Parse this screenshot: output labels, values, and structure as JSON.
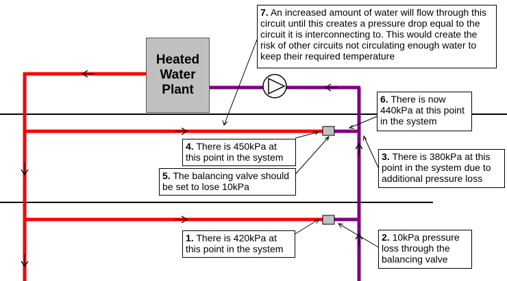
{
  "plant": {
    "line1": "Heated",
    "line2": "Water",
    "line3": "Plant"
  },
  "colors": {
    "supply": "#ff0000",
    "return": "#800080",
    "valve": "#c0c0c0",
    "outline": "#000000"
  },
  "notes": [
    {
      "num": "7.",
      "text": "An increased amount of water will flow through this circuit until this creates a pressure drop equal to the circuit it is interconnecting to. This would create the risk of other circuits not circulating enough water to keep their required temperature"
    },
    {
      "num": "6.",
      "text": "There is now 440kPa at this point in the system"
    },
    {
      "num": "4.",
      "text": "There is 450kPa at this point in the system"
    },
    {
      "num": "3.",
      "text": "There is 380kPa at this point in the system due to additional pressure loss"
    },
    {
      "num": "5.",
      "text": "The balancing valve should be set to lose 10kPa"
    },
    {
      "num": "1.",
      "text": "There is 420kPa at this point in the system"
    },
    {
      "num": "2.",
      "text": "10kPa pressure loss through the balancing valve"
    }
  ]
}
